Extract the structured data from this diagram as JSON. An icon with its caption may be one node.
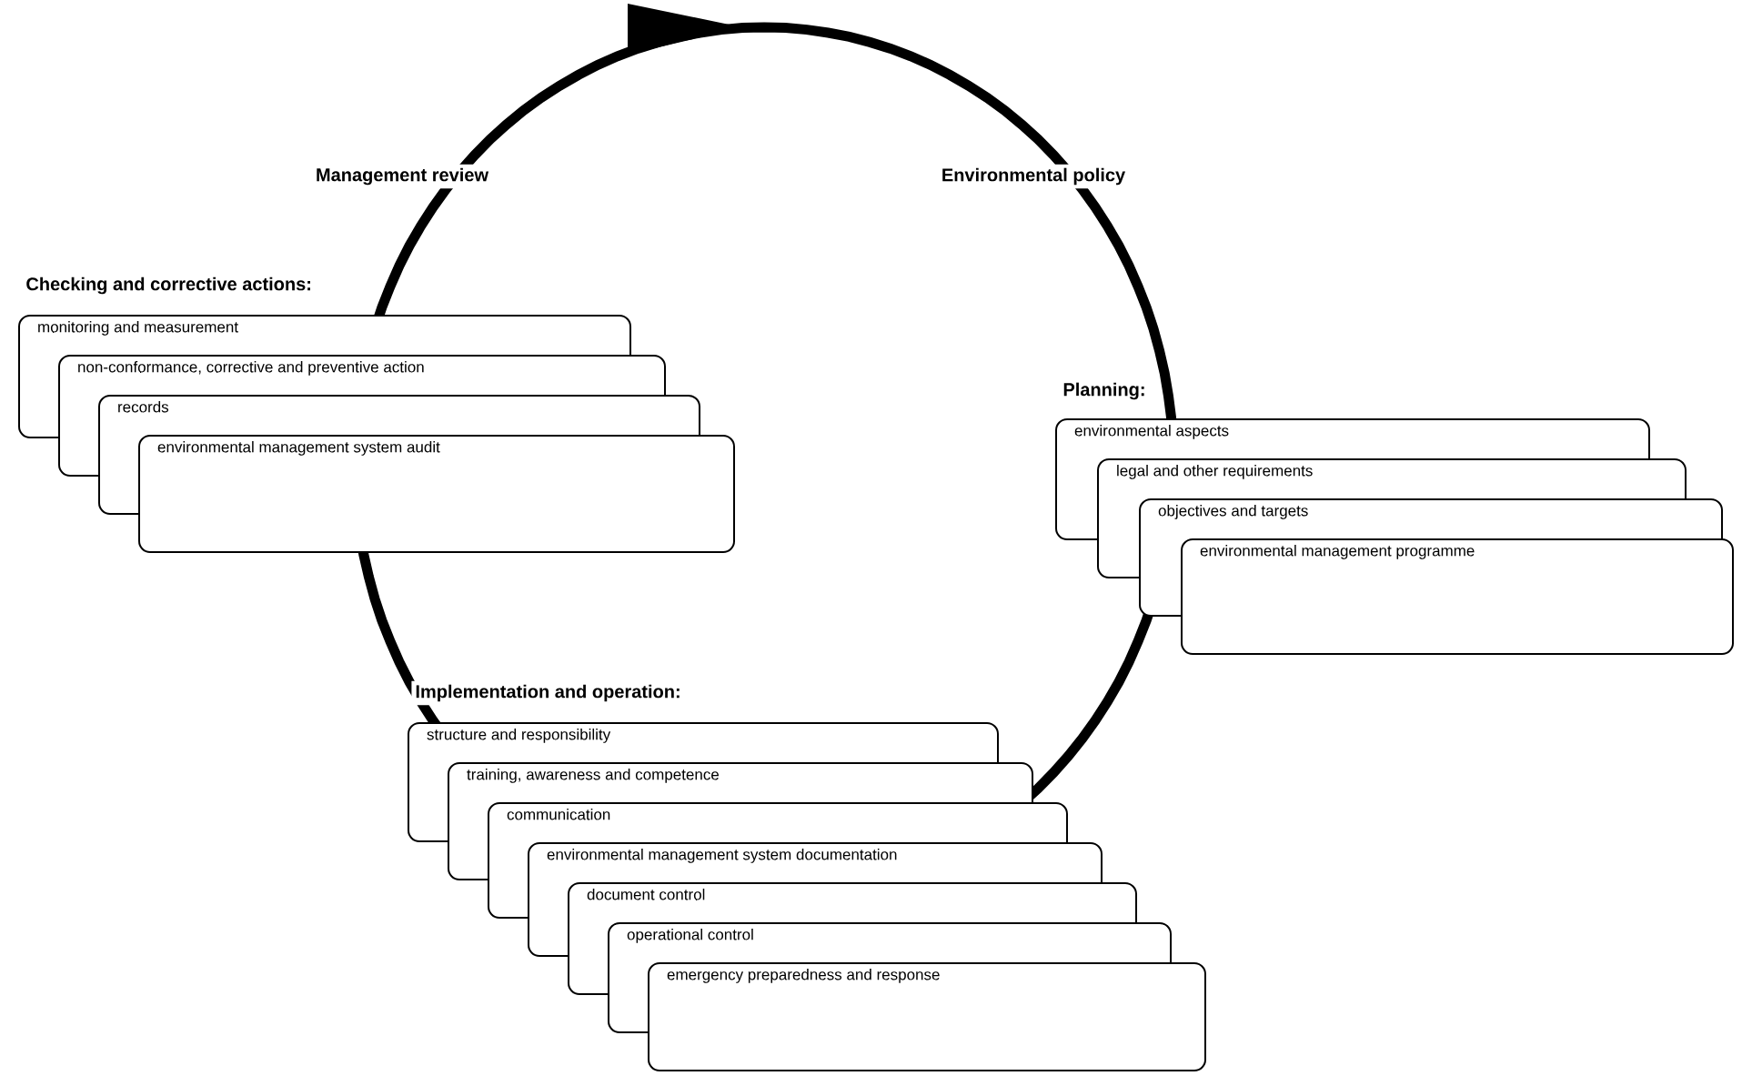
{
  "diagram": {
    "nodes": [
      {
        "text": [
          "monitoring and measurement"
        ]
      },
      {
        "text": [
          "non-conformance, corrective and preventive action"
        ]
      },
      {
        "text": [
          "records"
        ]
      },
      {
        "text": [
          "environmental management system audit"
        ]
      },
      {
        "text": [
          "environmental aspects"
        ]
      },
      {
        "text": [
          "legal and other requirements"
        ]
      },
      {
        "text": [
          "objectives and targets"
        ]
      },
      {
        "text": [
          "environmental management programme"
        ]
      },
      {
        "text": [
          "structure and responsibility"
        ]
      },
      {
        "text": [
          "training, awareness and competence"
        ]
      },
      {
        "text": [
          "communication"
        ]
      },
      {
        "text": [
          "environmental management system documentation"
        ]
      },
      {
        "text": [
          "document control"
        ]
      },
      {
        "text": [
          "operational control"
        ]
      },
      {
        "text": [
          "emergency preparedness and response"
        ]
      }
    ],
    "labels": [
      "Management review",
      "Environmental policy",
      "Checking and corrective actions:",
      "Planning:",
      "Implementation and operation:"
    ]
  }
}
